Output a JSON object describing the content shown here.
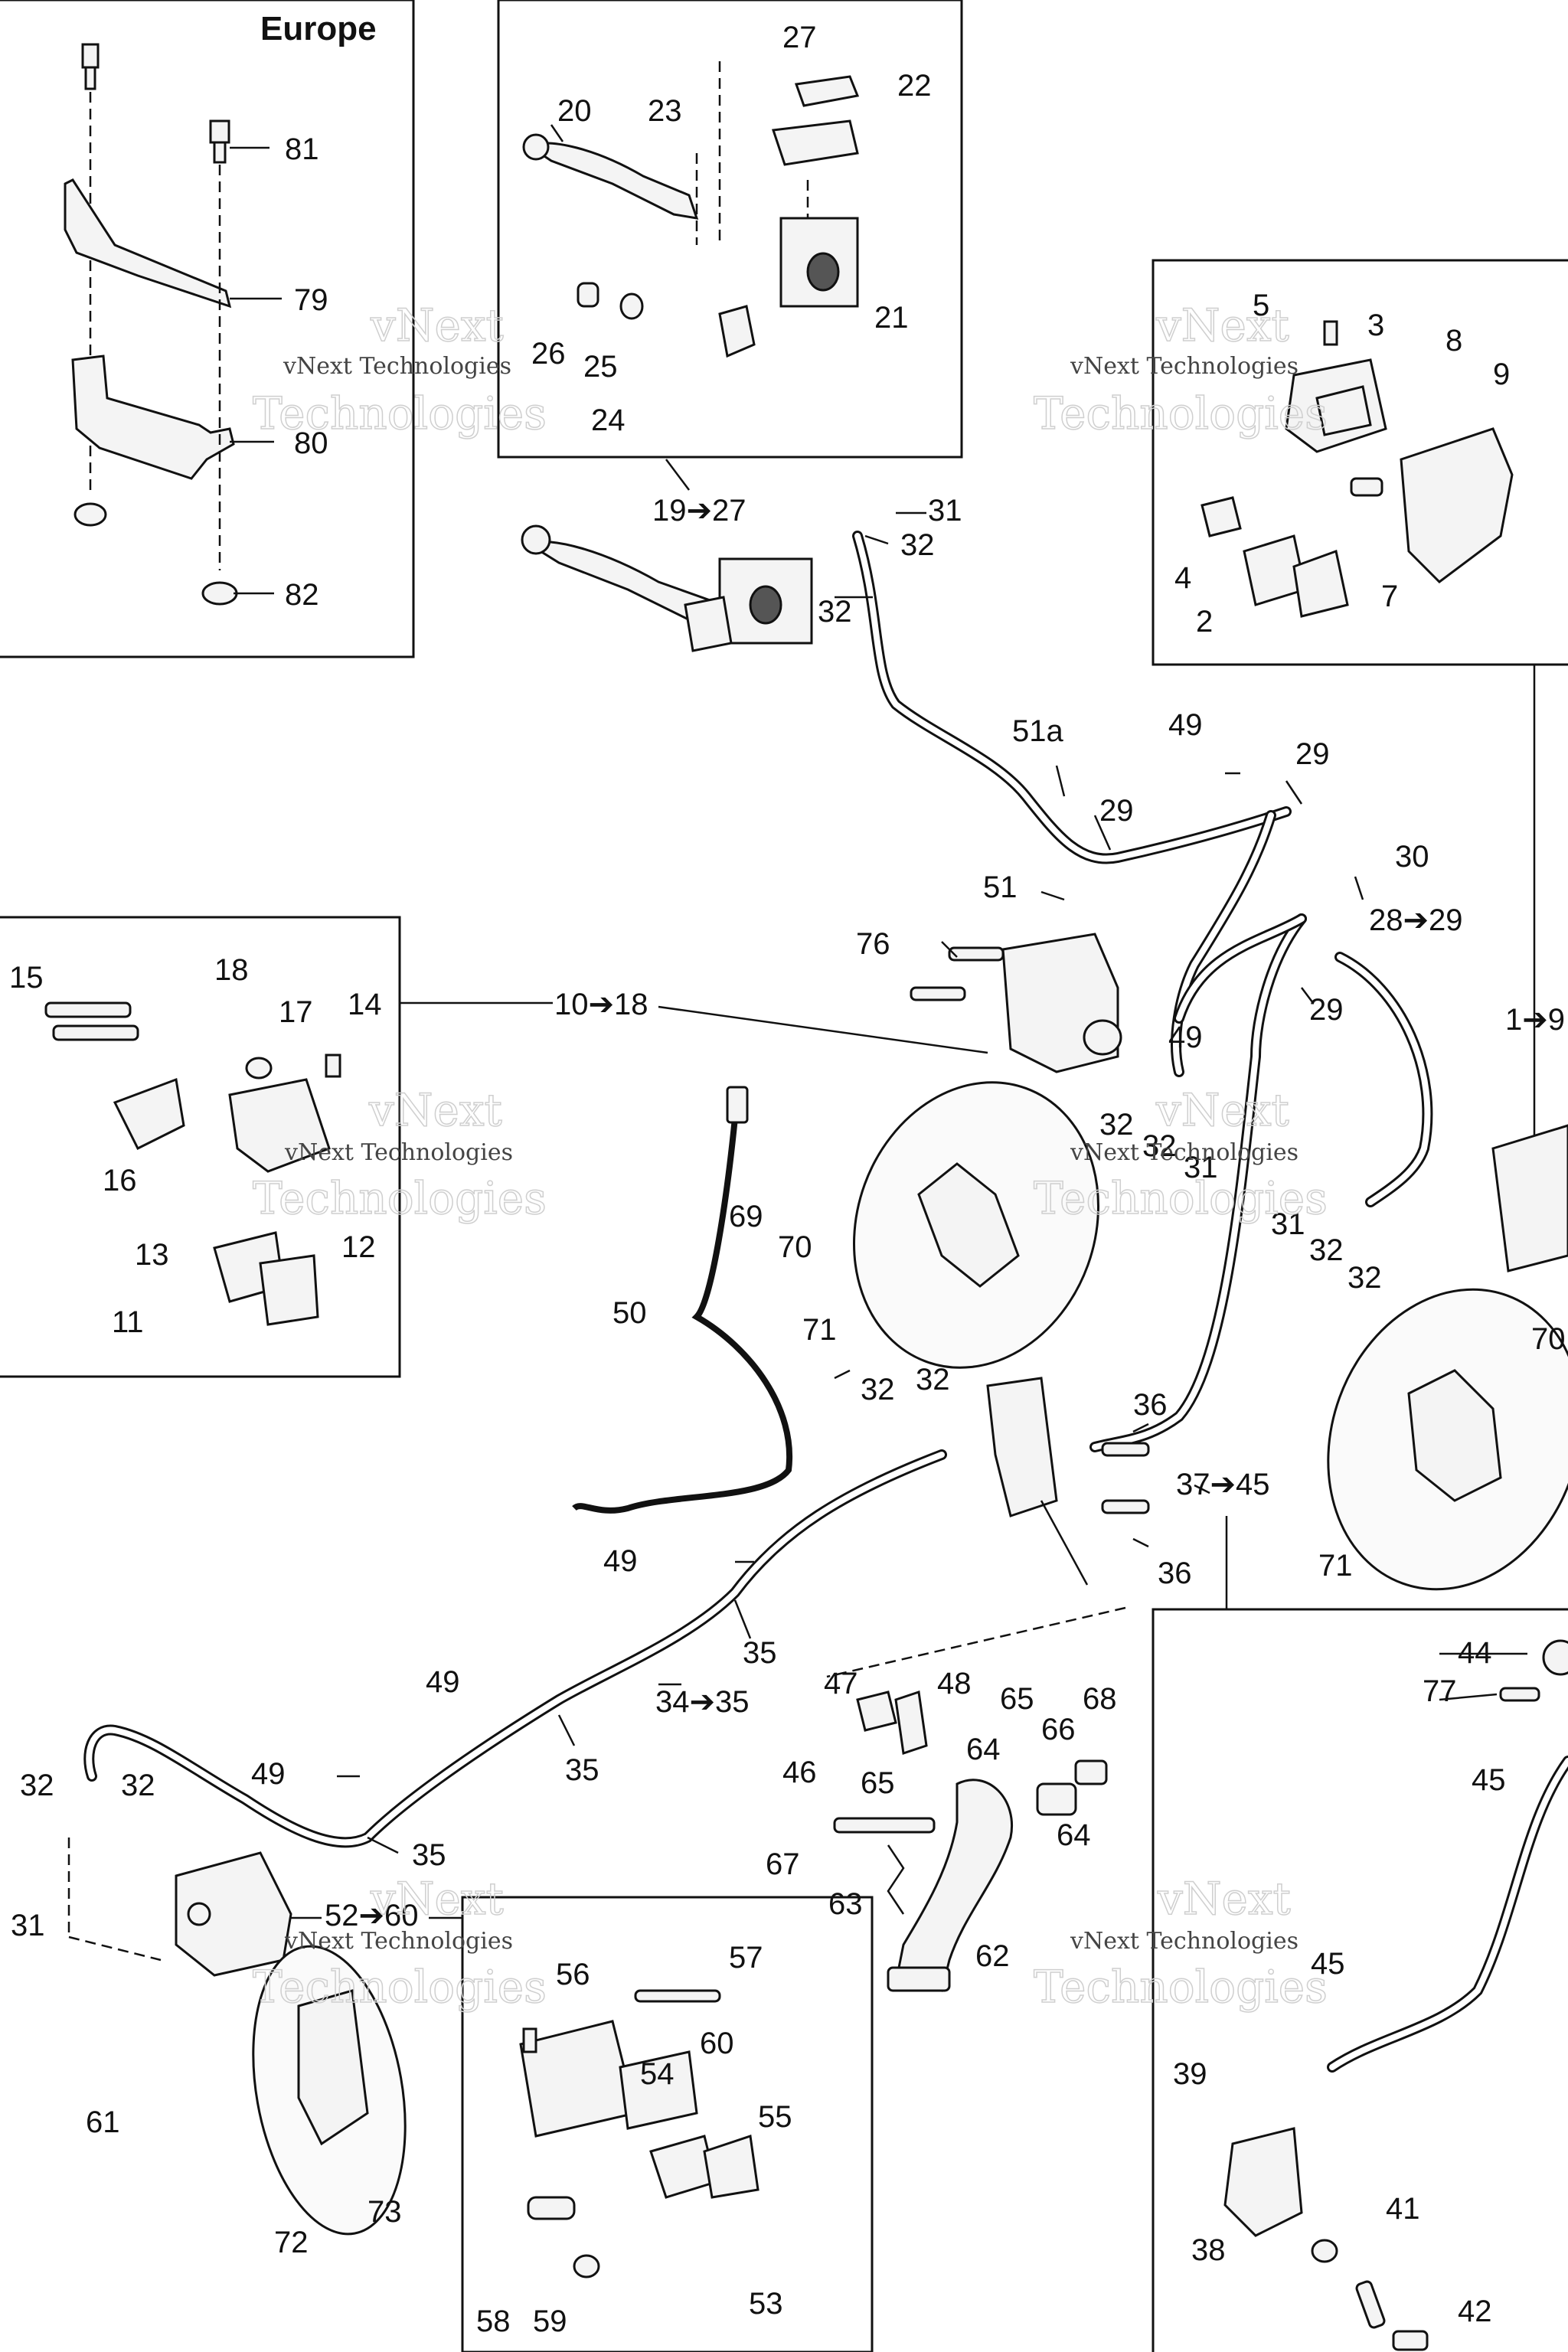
{
  "insets": {
    "europe": {
      "title": "Europe",
      "labels": [
        "81",
        "79",
        "80",
        "82"
      ]
    },
    "master_cylinder": {
      "labels": [
        "20",
        "23",
        "27",
        "22",
        "21",
        "26",
        "25",
        "24"
      ]
    },
    "right_caliper": {
      "labels": [
        "5",
        "3",
        "8",
        "9",
        "4",
        "2",
        "7"
      ]
    },
    "left_caliper": {
      "labels": [
        "15",
        "18",
        "17",
        "14",
        "16",
        "12",
        "13",
        "11"
      ]
    },
    "rear_caliper": {
      "labels": [
        "56",
        "57",
        "54",
        "60",
        "55",
        "58",
        "59",
        "53"
      ]
    },
    "right_lower": {
      "labels": [
        "44",
        "77",
        "45",
        "45",
        "39",
        "41",
        "38",
        "42"
      ]
    }
  },
  "range_labels": {
    "r19_27": "19➔27",
    "r10_18": "10➔18",
    "r1_9": "1➔9",
    "r28_29": "28➔29",
    "r37_45": "37➔45",
    "r34_35": "34➔35",
    "r52_60": "52➔60"
  },
  "callouts": {
    "c31a": "31",
    "c32a": "32",
    "c32b": "32",
    "c51a": "51a",
    "c49a": "49",
    "c29a": "29",
    "c29b": "29",
    "c51": "51",
    "c30": "30",
    "c76": "76",
    "c49b": "49",
    "c29c": "29",
    "c32c": "32",
    "c32d": "32",
    "c31b": "31",
    "c31c": "31",
    "c32e": "32",
    "c32f": "32",
    "c69": "69",
    "c70a": "70",
    "c71a": "71",
    "c70b": "70",
    "c71b": "71",
    "c50": "50",
    "c32g": "32",
    "c32h": "32",
    "c36a": "36",
    "c36b": "36",
    "c49c": "49",
    "c35a": "35",
    "c49d": "49",
    "c35b": "35",
    "c49e": "49",
    "c35c": "35",
    "c47": "47",
    "c48": "48",
    "c46": "46",
    "c64a": "64",
    "c65a": "65",
    "c66": "66",
    "c68": "68",
    "c65b": "65",
    "c64b": "64",
    "c67": "67",
    "c63": "63",
    "c62": "62",
    "c32i": "32",
    "c32j": "32",
    "c31d": "31",
    "c61": "61",
    "c72": "72",
    "c73": "73"
  },
  "watermarks": [
    {
      "line1": "vNext",
      "line2": "vNext Technologies",
      "line3": "Technologies"
    }
  ]
}
